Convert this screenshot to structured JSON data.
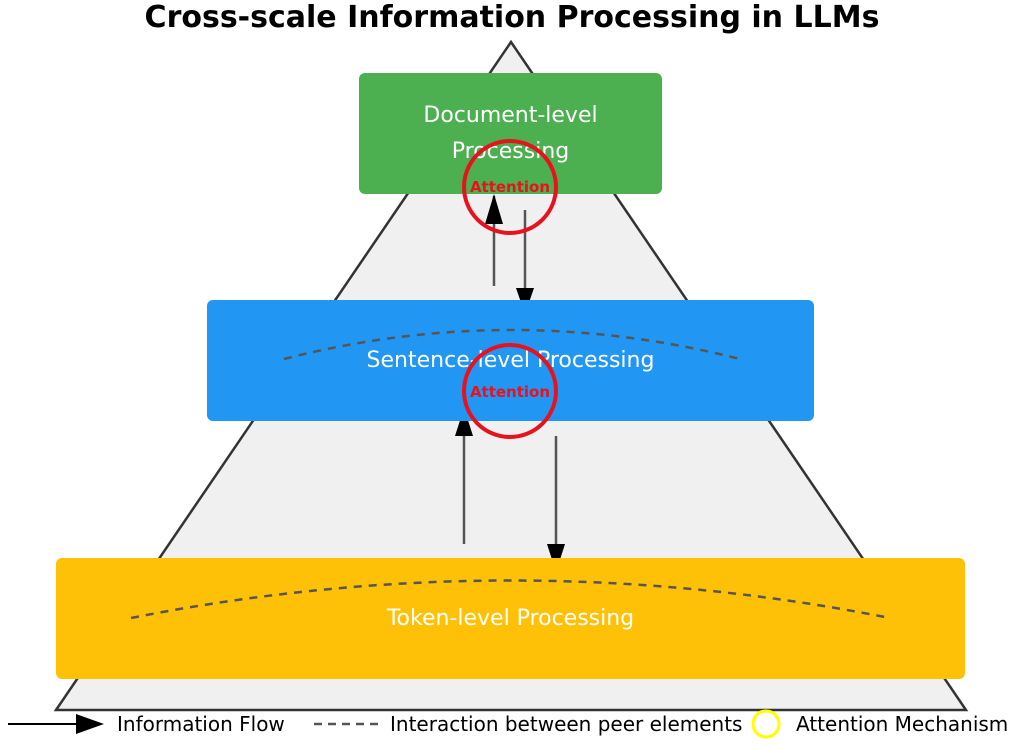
{
  "title": "Cross-scale Information Processing in LLMs",
  "levels": {
    "document": "Document-level Processing",
    "sentence": "Sentence-level Processing",
    "token": "Token-level Processing"
  },
  "attention_label": "Attention",
  "legend": {
    "information_flow": "Information Flow",
    "peer_interaction": "Interaction between peer elements",
    "attention_mechanism": "Attention Mechanism"
  },
  "colors": {
    "document": "#4caf50",
    "sentence": "#2196f3",
    "token": "#ffc107",
    "attention": "#e8121e",
    "legend_attention": "#ffff00",
    "pyramid_fill": "#f0f0f0"
  }
}
